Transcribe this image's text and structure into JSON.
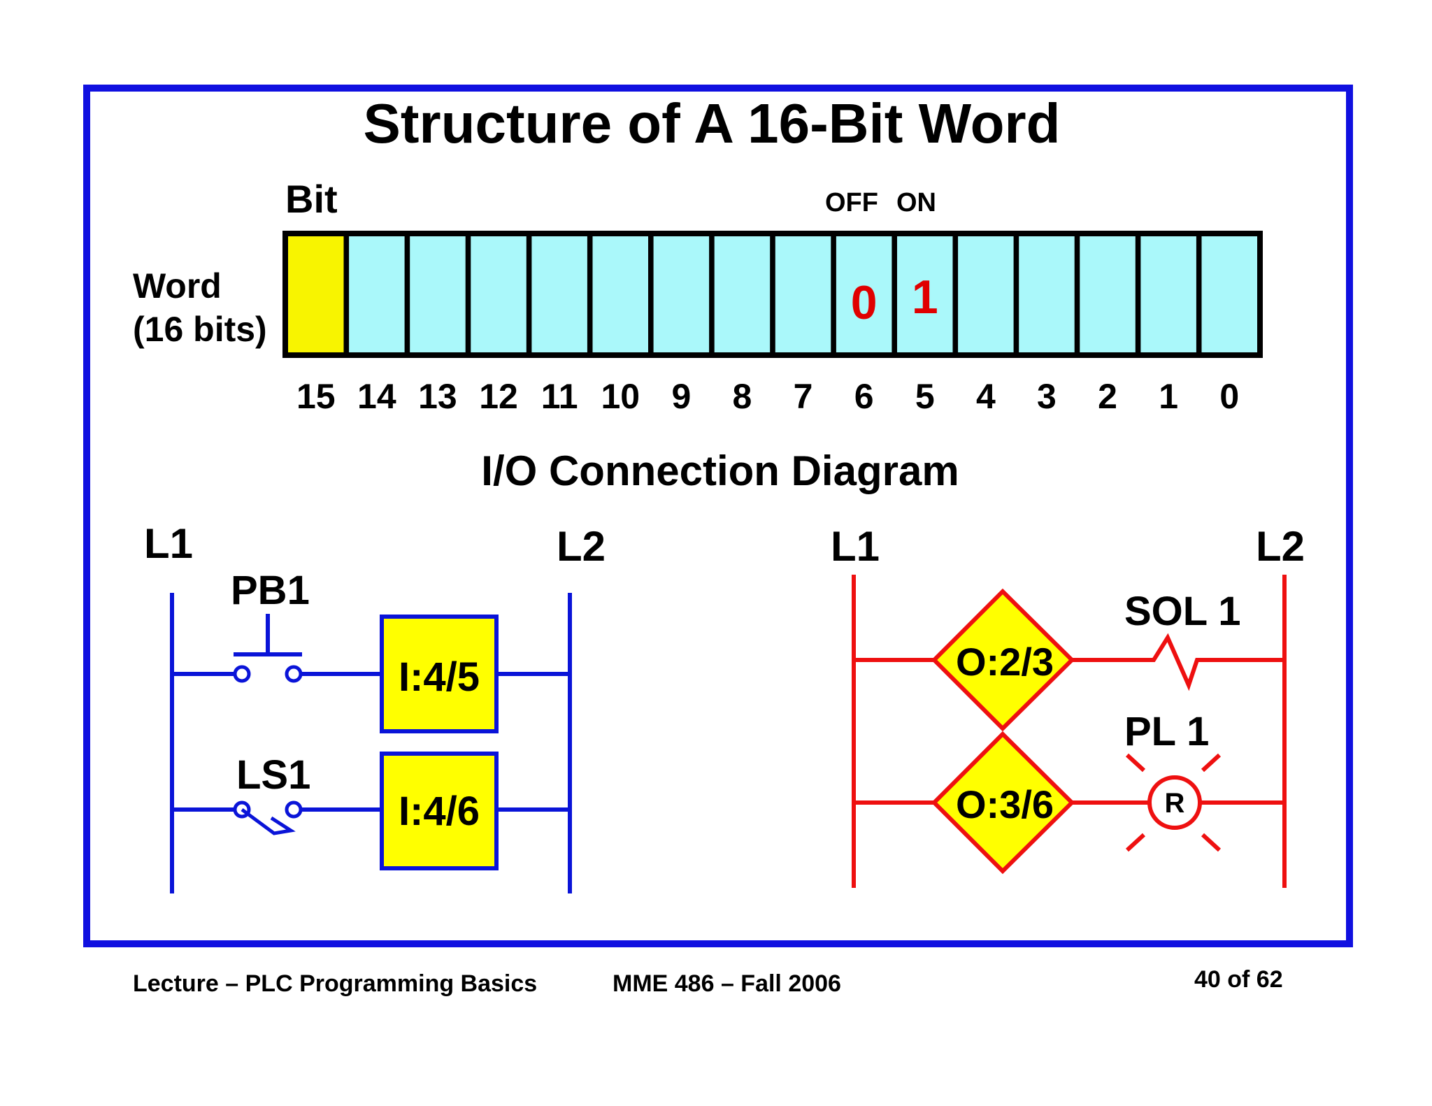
{
  "slide": {
    "title": "Structure of A 16-Bit Word",
    "section_title": "I/O Connection Diagram"
  },
  "word_structure": {
    "bit_label": "Bit",
    "word_label_line1": "Word",
    "word_label_line2": "(16 bits)",
    "off_label": "OFF",
    "on_label": "ON",
    "bit_numbers": [
      "15",
      "14",
      "13",
      "12",
      "11",
      "10",
      "9",
      "8",
      "7",
      "6",
      "5",
      "4",
      "3",
      "2",
      "1",
      "0"
    ],
    "cell_values": [
      "",
      "",
      "",
      "",
      "",
      "",
      "",
      "",
      "",
      "0",
      "1",
      "",
      "",
      "",
      "",
      ""
    ],
    "highlighted_bit": "15",
    "colors": {
      "cell_fill": "#aaf8fa",
      "highlight_fill": "#f8f400",
      "value_text": "#e00000"
    }
  },
  "input_circuit": {
    "rail_left": "L1",
    "rail_right": "L2",
    "rungs": [
      {
        "device": "PB1",
        "address": "I:4/5"
      },
      {
        "device": "LS1",
        "address": "I:4/6"
      }
    ],
    "color": "#0a14d8"
  },
  "output_circuit": {
    "rail_left": "L1",
    "rail_right": "L2",
    "rungs": [
      {
        "address": "O:2/3",
        "device": "SOL 1"
      },
      {
        "address": "O:3/6",
        "device": "PL 1",
        "lamp_letter": "R"
      }
    ],
    "color": "#ee1010"
  },
  "footer": {
    "lecture": "Lecture – PLC Programming Basics",
    "course": "MME 486 – Fall 2006",
    "page": "40 of 62"
  },
  "colors": {
    "frame": "#1010e0",
    "box_fill": "#ffff00"
  }
}
